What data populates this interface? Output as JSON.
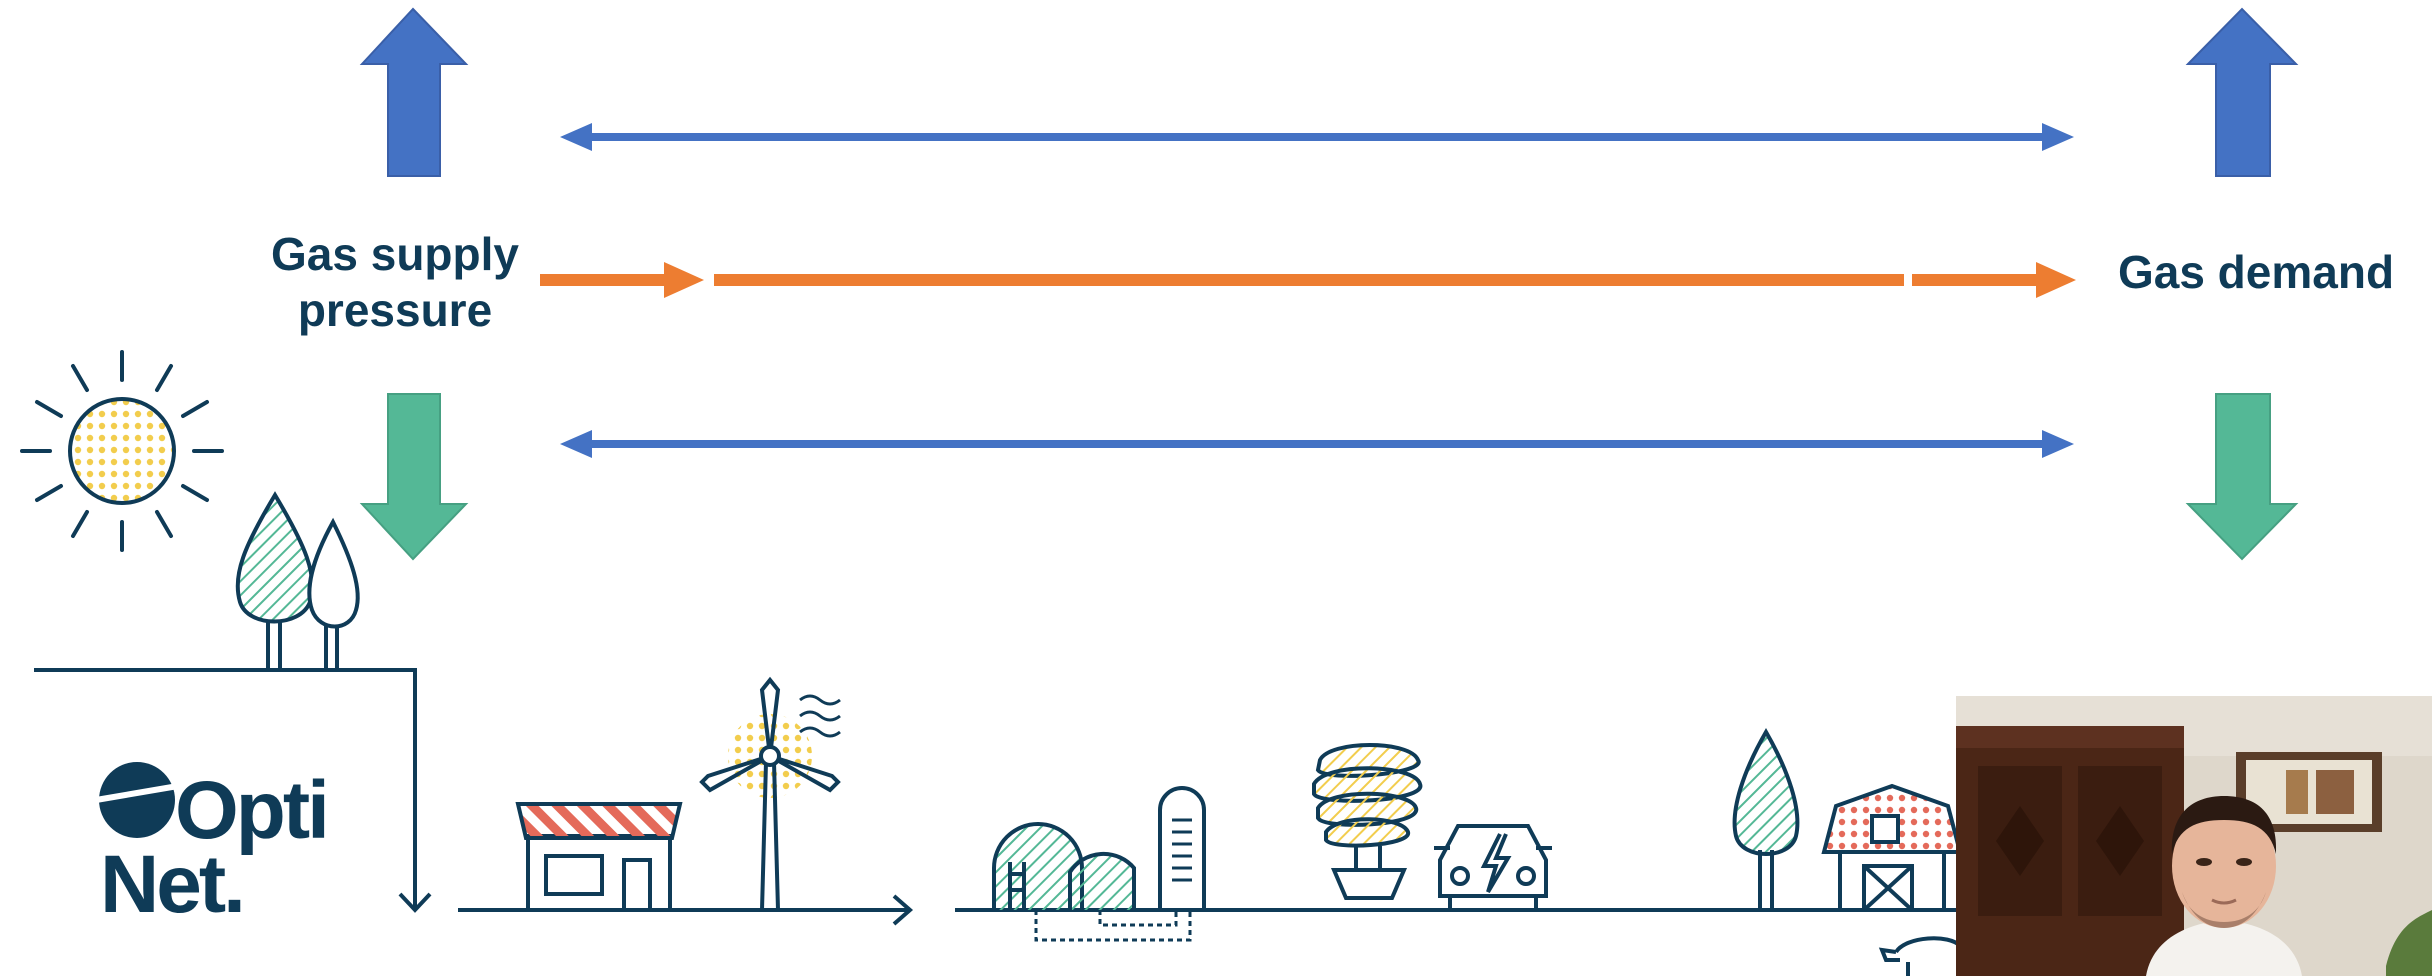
{
  "labels": {
    "supply": "Gas supply pressure",
    "demand": "Gas demand"
  },
  "logo": {
    "line1": "Opti",
    "line2": "Net."
  },
  "colors": {
    "navy": "#0f3b57",
    "up_arrow": "#4472c4",
    "down_arrow": "#54b896",
    "flow_arrow": "#ed7d31",
    "sun_dots": "#f2cd4d",
    "hatch_green": "#54b896",
    "stripe_red": "#e46a5a"
  },
  "icons": [
    "sun-icon",
    "trees-icon",
    "shop-icon",
    "wind-turbine-icon",
    "gas-storage-icon",
    "light-bulb-icon",
    "electric-car-icon",
    "tree-icon",
    "barn-icon",
    "cow-icon"
  ]
}
